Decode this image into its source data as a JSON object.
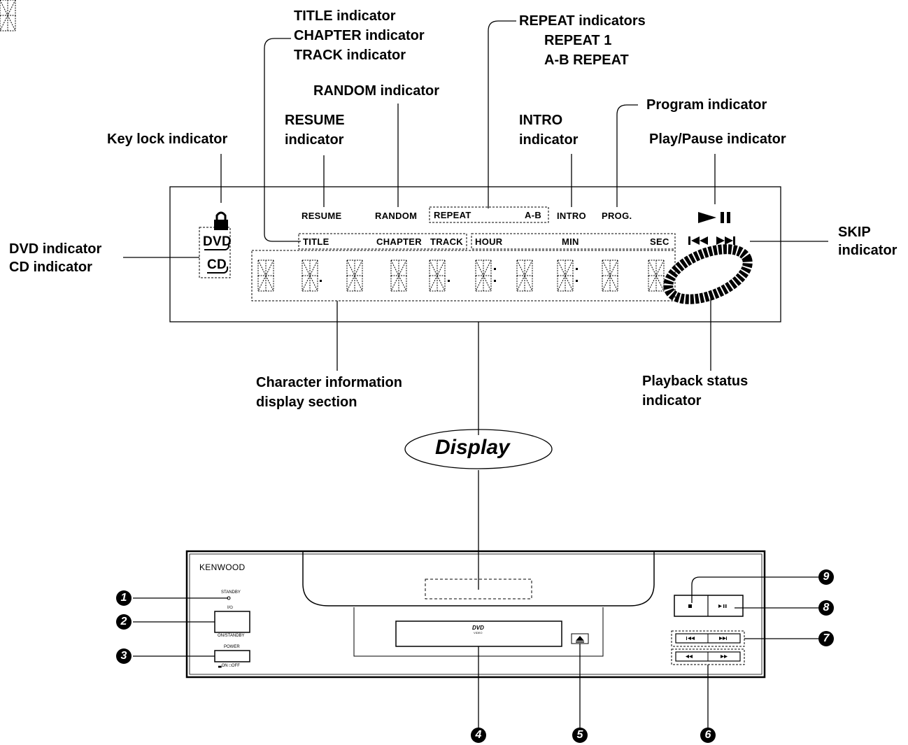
{
  "labels": {
    "title_indicator": "TITLE indicator",
    "chapter_indicator": "CHAPTER indicator",
    "track_indicator": "TRACK indicator",
    "repeat_indicators": "REPEAT indicators",
    "repeat_1": "REPEAT 1",
    "ab_repeat": "A-B REPEAT",
    "random_indicator": "RANDOM  indicator",
    "resume_indicator_1": "RESUME",
    "resume_indicator_2": "indicator",
    "intro_indicator_1": "INTRO",
    "intro_indicator_2": "indicator",
    "program_indicator": "Program indicator",
    "key_lock_indicator": "Key lock indicator",
    "play_pause_indicator": "Play/Pause indicator",
    "dvd_indicator": "DVD indicator",
    "cd_indicator": "CD indicator",
    "skip_indicator_1": "SKIP",
    "skip_indicator_2": "indicator",
    "char_info_1": "Character information",
    "char_info_2": "display section",
    "playback_status_1": "Playback status",
    "playback_status_2": "indicator"
  },
  "panel": {
    "resume": "RESUME",
    "random": "RANDOM",
    "repeat": "REPEAT",
    "ab": "A-B",
    "intro": "INTRO",
    "prog": "PROG.",
    "title": "TITLE",
    "chapter": "CHAPTER",
    "track": "TRACK",
    "hour": "HOUR",
    "min": "MIN",
    "sec": "SEC",
    "dvd": "DVD",
    "cd": "CD"
  },
  "display_word": "Display",
  "device": {
    "brand": "KENWOOD",
    "standby": "STANDBY",
    "on_standby_symbol": "I/⏻",
    "on_standby": "ON/STANDBY",
    "power": "POWER",
    "on_off": "▃ON □OFF",
    "dvd_logo": "DVD",
    "dvd_sub": "VIDEO"
  },
  "callouts": [
    "1",
    "2",
    "3",
    "4",
    "5",
    "6",
    "7",
    "8",
    "9"
  ]
}
